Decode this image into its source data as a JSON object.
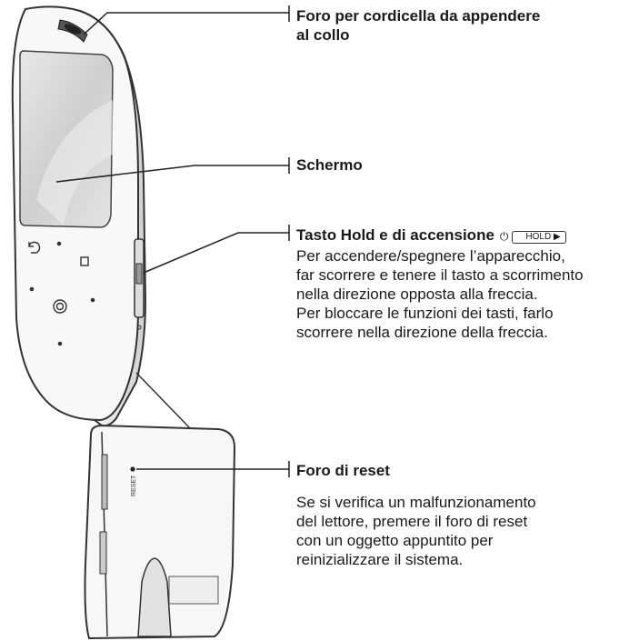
{
  "callouts": {
    "lanyard": {
      "title": "Foro per cordicella da appendere\nal collo"
    },
    "screen": {
      "title": "Schermo"
    },
    "hold": {
      "title": "Tasto Hold e di accensione",
      "icon_power": "power-icon",
      "hold_label": "HOLD ▶",
      "body": "Per accendere/spegnere l’apparecchio,\nfar scorrere e tenere il tasto a scorrimento\nnella direzione opposta alla freccia.\nPer bloccare le funzioni dei tasti, farlo\nscorrere nella direzione della freccia."
    },
    "reset": {
      "title": "Foro di reset",
      "body": "Se si verifica un malfunzionamento\ndel lettore, premere il foro di reset\ncon un oggetto appuntito per\nreinizializzare il sistema."
    }
  },
  "device": {
    "reset_label": "RESET"
  },
  "colors": {
    "outline": "#333333",
    "screen_fill": "#dcdcdc",
    "body_fill": "#f7f7f7"
  }
}
